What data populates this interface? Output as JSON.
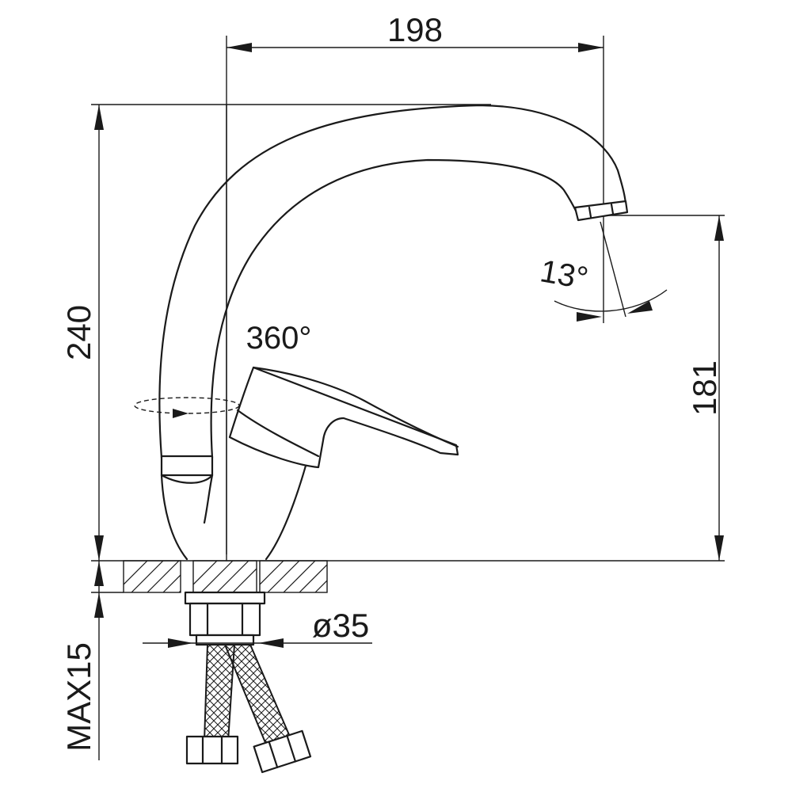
{
  "dimensions": {
    "spout_reach": "198",
    "total_height": "240",
    "outlet_height": "181",
    "connector_diameter": "ø35",
    "max_counter_thickness": "MAX15"
  },
  "annotations": {
    "rotation_angle": "360°",
    "spout_tilt_angle": "13°"
  }
}
